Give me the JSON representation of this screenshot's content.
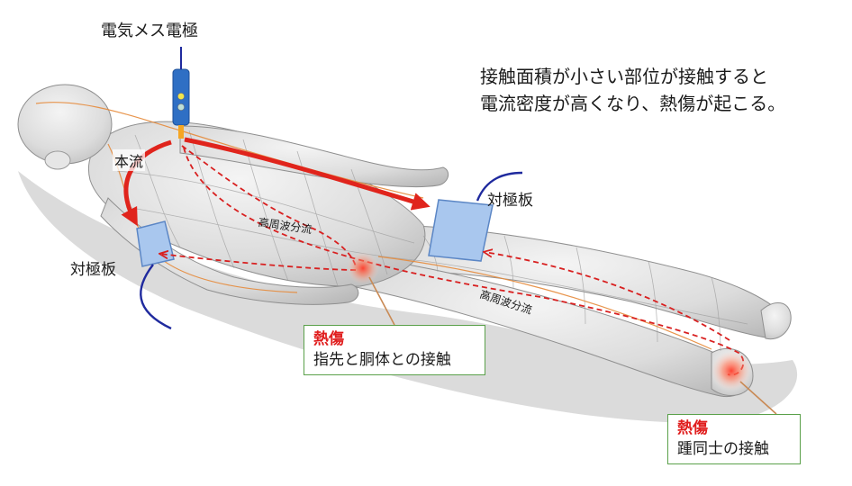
{
  "labels": {
    "electrode": "電気メス電極",
    "note_line1": "接触面積が小さい部位が接触すると",
    "note_line2": "電流密度が高くなり、熱傷が起こる。",
    "main_current": "本流",
    "return_pad_right": "対極板",
    "return_pad_left": "対極板",
    "hf_current_upper": "高周波分流",
    "hf_current_lower": "高周波分流"
  },
  "burn_boxes": [
    {
      "title": "熱傷",
      "cause": "指先と胴体との接触"
    },
    {
      "title": "熱傷",
      "cause": "踵同士の接触"
    }
  ],
  "colors": {
    "main_arrow": "#e0241c",
    "dashed_path": "#d82020",
    "pad_fill": "#a9c7ee",
    "cable": "#1f2a9e",
    "box_border": "#5aa04a",
    "burn_text": "#e01d1d",
    "vessel": "#e68a3a"
  }
}
